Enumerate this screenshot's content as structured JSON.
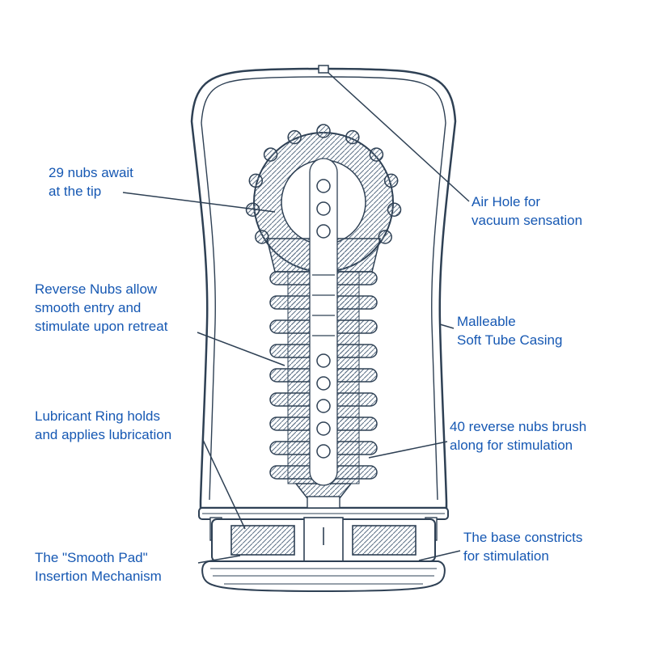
{
  "diagram_title": "Soft tube cup cutaway diagram",
  "colors": {
    "label_text": "#1658b3",
    "line_art": "#2e4054",
    "hatch": "#5d7186",
    "background": "#ffffff"
  },
  "annotations": {
    "tip_nubs": "29 nubs await\nat the tip",
    "air_hole": "Air Hole for\nvacuum sensation",
    "reverse_nubs": "Reverse Nubs allow\nsmooth entry and\nstimulate upon retreat",
    "casing": "Malleable\nSoft Tube Casing",
    "lubricant_ring": "Lubricant Ring holds\nand applies lubrication",
    "forty_nubs": "40 reverse nubs brush\nalong for stimulation",
    "smooth_pad": "The \"Smooth Pad\"\nInsertion Mechanism",
    "base_constricts": "The base constricts\nfor stimulation"
  }
}
